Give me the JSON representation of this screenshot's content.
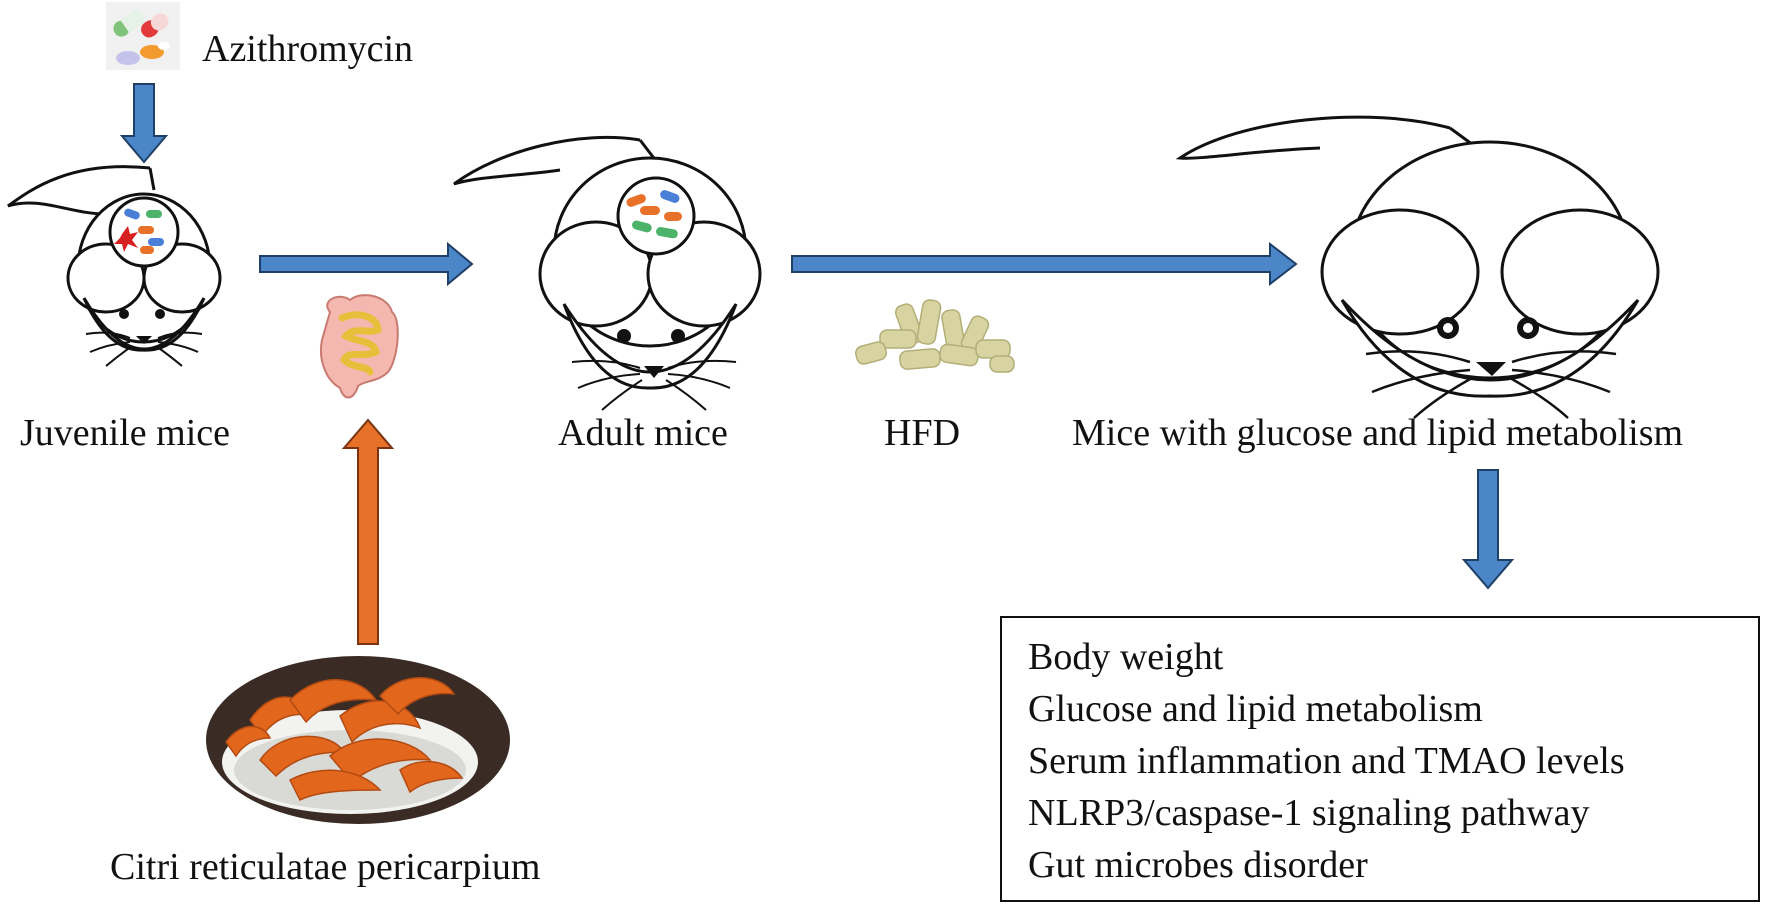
{
  "labels": {
    "azithromycin": "Azithromycin",
    "juvenile": "Juvenile mice",
    "adult": "Adult mice",
    "hfd": "HFD",
    "mice_glucose": "Mice with glucose and lipid metabolism",
    "citri": "Citri reticulatae pericarpium"
  },
  "outcomes": [
    "Body weight",
    "Glucose and lipid metabolism",
    "Serum inflammation and TMAO levels",
    "NLRP3/caspase-1 signaling pathway",
    "Gut microbes disorder"
  ],
  "icons": {
    "pills": "pills-icon",
    "intestine": "intestine-icon",
    "pellets": "hfd-pellets-icon",
    "peel": "citrus-peel-dish-icon",
    "mouse": "mouse-icon",
    "bacteria": "gut-bacteria-icon"
  },
  "colors": {
    "blue_arrow": "#4a86c8",
    "orange_arrow": "#e8712a",
    "outline": "#111111"
  }
}
